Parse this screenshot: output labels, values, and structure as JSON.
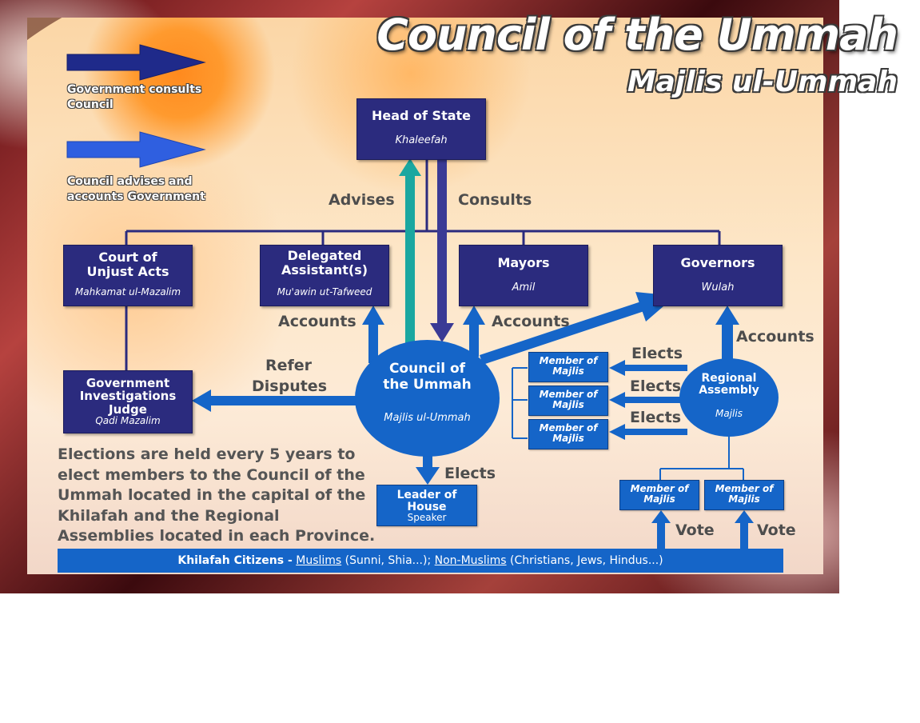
{
  "title": "Council of the Ummah",
  "subtitle": "Majlis ul-Ummah",
  "legend": [
    {
      "text_line1": "Government consults",
      "text_line2": "Council",
      "color": "#2b2b7e"
    },
    {
      "text_line1": "Council advises and",
      "text_line2": "accounts Government",
      "color": "#1e5fd0"
    }
  ],
  "nodes": {
    "head": {
      "title": "Head of State",
      "sub": "Khaleefah"
    },
    "court": {
      "title1": "Court of",
      "title2": "Unjust Acts",
      "sub": "Mahkamat ul-Mazalim"
    },
    "delegated": {
      "title1": "Delegated",
      "title2": "Assistant(s)",
      "sub": "Mu'awin ut-Tafweed"
    },
    "mayors": {
      "title": "Mayors",
      "sub": "Amil"
    },
    "governors": {
      "title": "Governors",
      "sub": "Wulah"
    },
    "judge": {
      "title1": "Government",
      "title2": "Investigations",
      "title3": "Judge",
      "sub": "Qadi Mazalim"
    },
    "council": {
      "title1": "Council of",
      "title2": "the Ummah",
      "sub": "Majlis ul-Ummah"
    },
    "leader": {
      "title1": "Leader of",
      "title2": "House",
      "sub": "Speaker"
    },
    "regional": {
      "title1": "Regional",
      "title2": "Assembly",
      "sub": "Majlis"
    },
    "member": {
      "line1": "Member of",
      "line2": "Majlis"
    }
  },
  "labels": {
    "advises": "Advises",
    "consults": "Consults",
    "accounts": "Accounts",
    "refer": "Refer",
    "disputes": "Disputes",
    "elects": "Elects",
    "vote": "Vote"
  },
  "paragraph": "Elections are held every 5 years to elect members to the Council of the Ummah located in the capital of the Khilafah and the Regional Assemblies located in each Province.",
  "footer": {
    "lead": "Khilafah Citizens -",
    "muslims": "Muslims",
    "muslims_detail": " (Sunni, Shia...); ",
    "non_muslims": "Non-Muslims",
    "non_muslims_detail": " (Christians, Jews, Hindus...)"
  },
  "colors": {
    "dark_blue": "#2b2b7e",
    "bright_blue": "#1565c8",
    "teal": "#1aa7a0"
  }
}
